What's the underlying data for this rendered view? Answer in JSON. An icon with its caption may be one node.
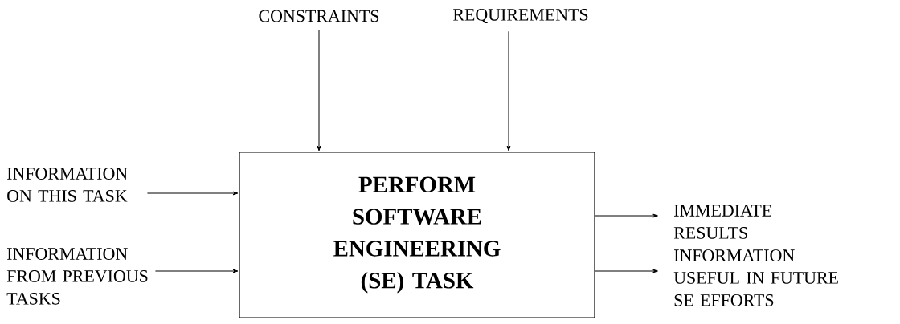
{
  "diagram": {
    "nodes": [
      {
        "text": [
          "PERFORM SOFTWARE ENGINEERING (SE) TASK"
        ]
      },
      {
        "text": [
          "CONSTRAINTS"
        ]
      },
      {
        "text": [
          "REQUIREMENTS"
        ]
      },
      {
        "text": [
          "INFORMATION ON THIS TASK"
        ]
      },
      {
        "text": [
          "INFORMATION FROM PREVIOUS TASKS"
        ]
      },
      {
        "text": [
          "IMMEDIATE RESULTS"
        ]
      },
      {
        "text": [
          "INFORMATION USEFUL IN FUTURE SE EFFORTS"
        ]
      }
    ],
    "edges": [
      {
        "from": 1,
        "to": 0,
        "arrow": "to"
      },
      {
        "from": 2,
        "to": 0,
        "arrow": "to"
      },
      {
        "from": 3,
        "to": 0,
        "arrow": "to"
      },
      {
        "from": 4,
        "to": 0,
        "arrow": "to"
      },
      {
        "from": 0,
        "to": 5,
        "arrow": "to"
      },
      {
        "from": 0,
        "to": 6,
        "arrow": "to"
      }
    ]
  }
}
